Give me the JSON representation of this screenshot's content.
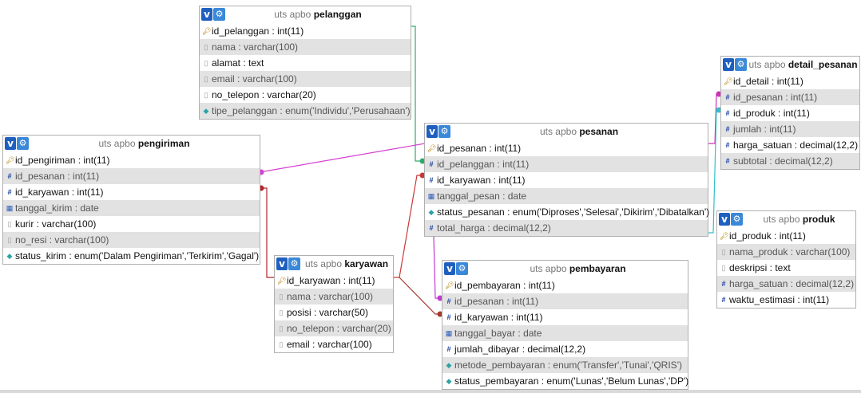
{
  "tables": {
    "pelanggan": {
      "db": "uts apbo",
      "name": "pelanggan",
      "columns": [
        {
          "text": "id_pelanggan : int(11)",
          "icon": "key-icon"
        },
        {
          "text": "nama : varchar(100)",
          "icon": "text-icon"
        },
        {
          "text": "alamat : text",
          "icon": "text-icon"
        },
        {
          "text": "email : varchar(100)",
          "icon": "text-icon"
        },
        {
          "text": "no_telepon : varchar(20)",
          "icon": "text-icon"
        },
        {
          "text": "tipe_pelanggan : enum('Individu','Perusahaan')",
          "icon": "enum-icon"
        }
      ]
    },
    "pengiriman": {
      "db": "uts apbo",
      "name": "pengiriman",
      "columns": [
        {
          "text": "id_pengiriman : int(11)",
          "icon": "key-icon"
        },
        {
          "text": "id_pesanan : int(11)",
          "icon": "number-icon"
        },
        {
          "text": "id_karyawan : int(11)",
          "icon": "number-icon"
        },
        {
          "text": "tanggal_kirim : date",
          "icon": "date-icon"
        },
        {
          "text": "kurir : varchar(100)",
          "icon": "text-icon"
        },
        {
          "text": "no_resi : varchar(100)",
          "icon": "text-icon"
        },
        {
          "text": "status_kirim : enum('Dalam Pengiriman','Terkirim','Gagal')",
          "icon": "enum-icon"
        }
      ]
    },
    "pesanan": {
      "db": "uts apbo",
      "name": "pesanan",
      "columns": [
        {
          "text": "id_pesanan : int(11)",
          "icon": "key-icon"
        },
        {
          "text": "id_pelanggan : int(11)",
          "icon": "number-icon"
        },
        {
          "text": "id_karyawan : int(11)",
          "icon": "number-icon"
        },
        {
          "text": "tanggal_pesan : date",
          "icon": "date-icon"
        },
        {
          "text": "status_pesanan : enum('Diproses','Selesai','Dikirim','Dibatalkan')",
          "icon": "enum-icon"
        },
        {
          "text": "total_harga : decimal(12,2)",
          "icon": "number-icon"
        }
      ]
    },
    "detail_pesanan": {
      "db": "uts apbo",
      "name": "detail_pesanan",
      "columns": [
        {
          "text": "id_detail : int(11)",
          "icon": "key-icon"
        },
        {
          "text": "id_pesanan : int(11)",
          "icon": "number-icon"
        },
        {
          "text": "id_produk : int(11)",
          "icon": "number-icon"
        },
        {
          "text": "jumlah : int(11)",
          "icon": "number-icon"
        },
        {
          "text": "harga_satuan : decimal(12,2)",
          "icon": "number-icon"
        },
        {
          "text": "subtotal : decimal(12,2)",
          "icon": "number-icon"
        }
      ]
    },
    "produk": {
      "db": "uts apbo",
      "name": "produk",
      "columns": [
        {
          "text": "id_produk : int(11)",
          "icon": "key-icon"
        },
        {
          "text": "nama_produk : varchar(100)",
          "icon": "text-icon"
        },
        {
          "text": "deskripsi : text",
          "icon": "text-icon"
        },
        {
          "text": "harga_satuan : decimal(12,2)",
          "icon": "number-icon"
        },
        {
          "text": "waktu_estimasi : int(11)",
          "icon": "number-icon"
        }
      ]
    },
    "karyawan": {
      "db": "uts apbo",
      "name": "karyawan",
      "columns": [
        {
          "text": "id_karyawan : int(11)",
          "icon": "key-icon"
        },
        {
          "text": "nama : varchar(100)",
          "icon": "text-icon"
        },
        {
          "text": "posisi : varchar(50)",
          "icon": "text-icon"
        },
        {
          "text": "no_telepon : varchar(20)",
          "icon": "text-icon"
        },
        {
          "text": "email : varchar(100)",
          "icon": "text-icon"
        }
      ]
    },
    "pembayaran": {
      "db": "uts apbo",
      "name": "pembayaran",
      "columns": [
        {
          "text": "id_pembayaran : int(11)",
          "icon": "key-icon"
        },
        {
          "text": "id_pesanan : int(11)",
          "icon": "number-icon"
        },
        {
          "text": "id_karyawan : int(11)",
          "icon": "number-icon"
        },
        {
          "text": "tanggal_bayar : date",
          "icon": "date-icon"
        },
        {
          "text": "jumlah_dibayar : decimal(12,2)",
          "icon": "number-icon"
        },
        {
          "text": "metode_pembayaran : enum('Transfer','Tunai','QRIS')",
          "icon": "enum-icon"
        },
        {
          "text": "status_pembayaran : enum('Lunas','Belum Lunas','DP')",
          "icon": "enum-icon"
        }
      ]
    }
  },
  "header_buttons": {
    "v_label": "v",
    "options_icon": "gear-icon"
  },
  "relation_colors": {
    "pelanggan_pesanan": "#2eaa6a",
    "pengiriman_pesanan": "#d63fd1",
    "pengiriman_karyawan": "#b5242c",
    "karyawan_pesanan": "#c83838",
    "karyawan_pembayaran": "#a43a2a",
    "pesanan_pembayaran": "#c23ad0",
    "detail_pesanan_pesanan": "#d030b8",
    "detail_produk": "#33c0c8"
  }
}
